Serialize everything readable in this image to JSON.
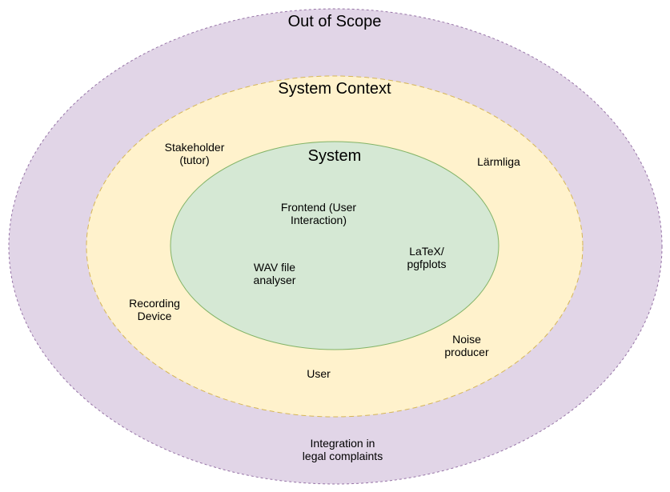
{
  "diagram": {
    "colors": {
      "outer_fill": "#e1d5e7",
      "middle_fill": "#fff2cc",
      "inner_fill": "#d5e8d4",
      "outer_stroke": "#9673a6",
      "middle_stroke": "#d6b656",
      "inner_stroke": "#82b366"
    },
    "out_of_scope": {
      "title": "Out of Scope",
      "items": [
        "Integration in\nlegal complaints"
      ]
    },
    "system_context": {
      "title": "System Context",
      "items": [
        "Stakeholder\n(tutor)",
        "Lärmliga",
        "Recording\nDevice",
        "Noise\nproducer",
        "User"
      ]
    },
    "system": {
      "title": "System",
      "items": [
        "Frontend (User\nInteraction)",
        "LaTeX/\npgfplots",
        "WAV file\nanalyser"
      ]
    }
  }
}
